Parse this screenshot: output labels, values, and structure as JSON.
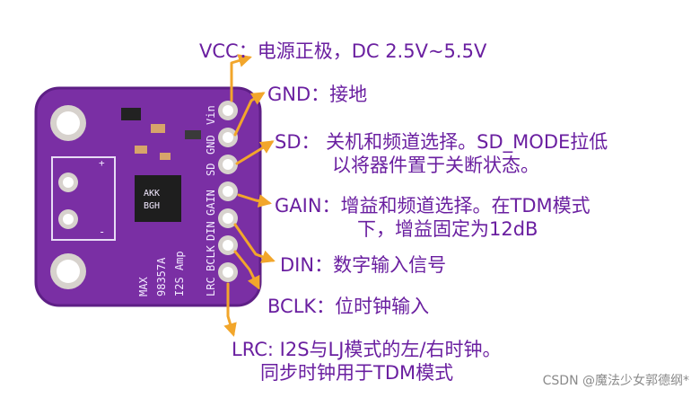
{
  "labels": {
    "vcc": "VCC：电源正极，DC 2.5V~5.5V",
    "gnd": "GND：接地",
    "sd_line1": "SD： 关机和频道选择。SD_MODE拉低",
    "sd_line2": "以将器件置于关断状态。",
    "gain_line1": "GAIN：增益和频道选择。在TDM模式",
    "gain_line2": "下，增益固定为12dB",
    "din": "DIN：数字输入信号",
    "bclk": "BCLK：位时钟输入",
    "lrc_line1": "LRC: I2S与LJ模式的左/右时钟。",
    "lrc_line2": "同步时钟用于TDM模式"
  },
  "board": {
    "pin_labels": [
      "Vin",
      "GND",
      "SD",
      "GAIN",
      "DIN",
      "BCLK",
      "LRC"
    ],
    "silkscreen": [
      "MAX",
      "98357A",
      "I2S Amp"
    ],
    "chip_marking": [
      "AKK",
      "BGH"
    ],
    "terminal_marking": [
      "+",
      "-"
    ]
  },
  "watermark": "CSDN @魔法少女郭德纲*",
  "colors": {
    "board": "#7a2fa4",
    "board_edge": "#5e1f86",
    "label_text": "#6a1fa0",
    "arrow": "#f2a62b",
    "pad": "#d7d2cd"
  }
}
